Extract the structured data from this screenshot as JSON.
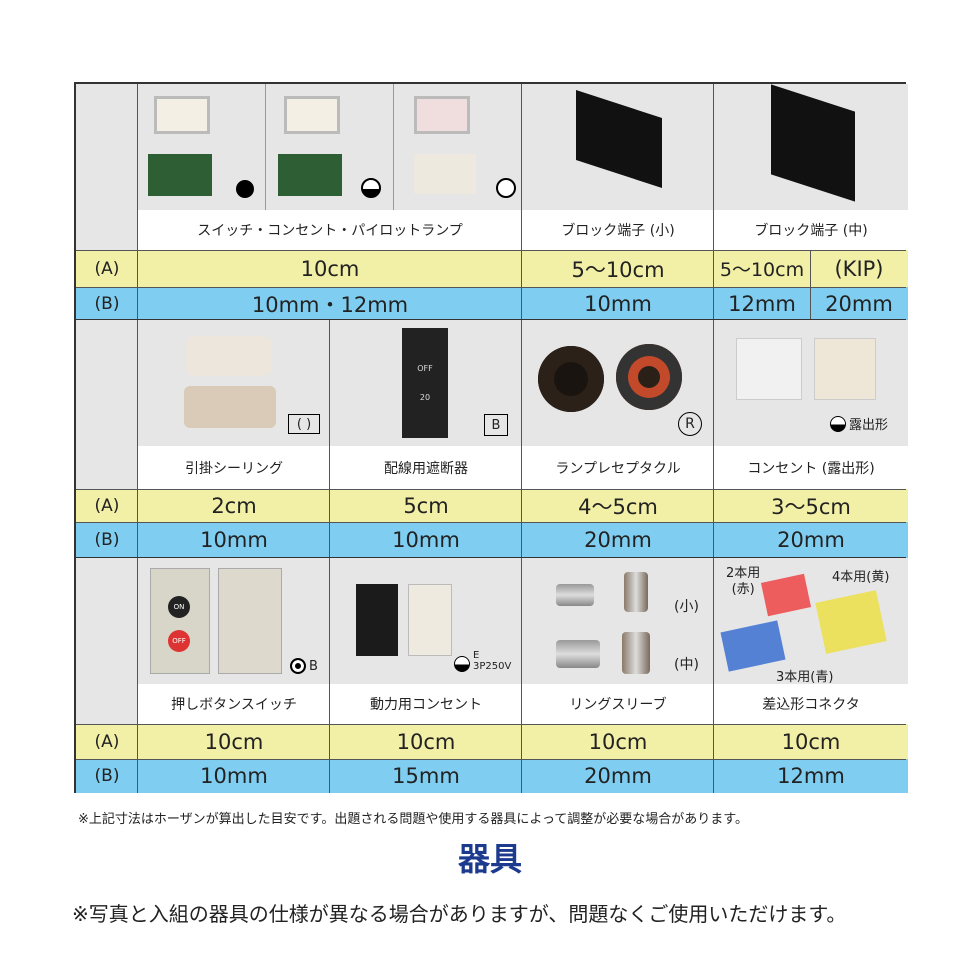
{
  "row_labels": {
    "a": "(A)",
    "b": "(B)"
  },
  "row1": {
    "cells": [
      {
        "caption": "スイッチ・コンセント・パイロットランプ",
        "a": "10cm",
        "b": "10mm・12mm"
      },
      {
        "caption": "ブロック端子 (小)",
        "a": "5～10cm",
        "b": "10mm"
      },
      {
        "caption": "ブロック端子 (中)",
        "a": "5～10cm",
        "a2": "(KIP)",
        "b": "12mm",
        "b2": "20mm"
      }
    ]
  },
  "row2": {
    "cells": [
      {
        "caption": "引掛シーリング",
        "a": "2cm",
        "b": "10mm",
        "symbol": "( )"
      },
      {
        "caption": "配線用遮断器",
        "a": "5cm",
        "b": "10mm",
        "symbol": "B",
        "device_text": "OFF",
        "device_rating": "20"
      },
      {
        "caption": "ランプレセプタクル",
        "a": "4～5cm",
        "b": "20mm",
        "symbol": "R"
      },
      {
        "caption": "コンセント (露出形)",
        "a": "3～5cm",
        "b": "20mm",
        "symbol": "露出形"
      }
    ]
  },
  "row3": {
    "cells": [
      {
        "caption": "押しボタンスイッチ",
        "a": "10cm",
        "b": "10mm",
        "symbol": "B",
        "on": "ON",
        "off": "OFF"
      },
      {
        "caption": "動力用コンセント",
        "a": "10cm",
        "b": "15mm",
        "symbol": "E",
        "symbol2": "3P250V"
      },
      {
        "caption": "リングスリーブ",
        "a": "10cm",
        "b": "20mm",
        "small": "(小)",
        "medium": "(中)"
      },
      {
        "caption": "差込形コネクタ",
        "a": "10cm",
        "b": "12mm",
        "two": "2本用",
        "two2": "(赤)",
        "three": "3本用(青)",
        "four": "4本用(黄)"
      }
    ]
  },
  "note": "※上記寸法はホーザンが算出した目安です。出題される問題や使用する器具によって調整が必要な場合があります。",
  "title": "器具",
  "footer": "※写真と入組の器具の仕様が異なる場合がありますが、問題なくご使用いただけます。",
  "colors": {
    "yellow": "#f2efa6",
    "blue": "#7fcdf0",
    "title": "#1c3a8e"
  }
}
